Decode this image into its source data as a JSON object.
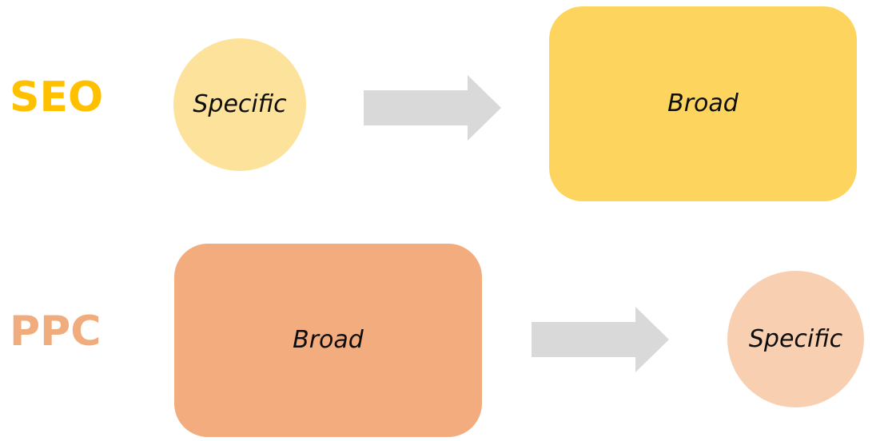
{
  "diagram": {
    "type": "comparison-flow",
    "background_color": "#FFFFFF",
    "arrow_color": "#D9D9D9",
    "rows": [
      {
        "id": "seo",
        "label": "SEO",
        "label_color": "#FFC000",
        "from_shape": {
          "shape": "circle",
          "label": "Specific",
          "fill": "#FDE29B"
        },
        "connector": {
          "icon": "right-block-arrow",
          "color": "#D9D9D9"
        },
        "to_shape": {
          "shape": "rounded-rectangle",
          "label": "Broad",
          "fill": "#FCD45E"
        }
      },
      {
        "id": "ppc",
        "label": "PPC",
        "label_color": "#F0AC7D",
        "from_shape": {
          "shape": "rounded-rectangle",
          "label": "Broad",
          "fill": "#F2AC7D"
        },
        "connector": {
          "icon": "right-block-arrow",
          "color": "#D9D9D9"
        },
        "to_shape": {
          "shape": "circle",
          "label": "Specific",
          "fill": "#F8CFB0"
        }
      }
    ]
  }
}
